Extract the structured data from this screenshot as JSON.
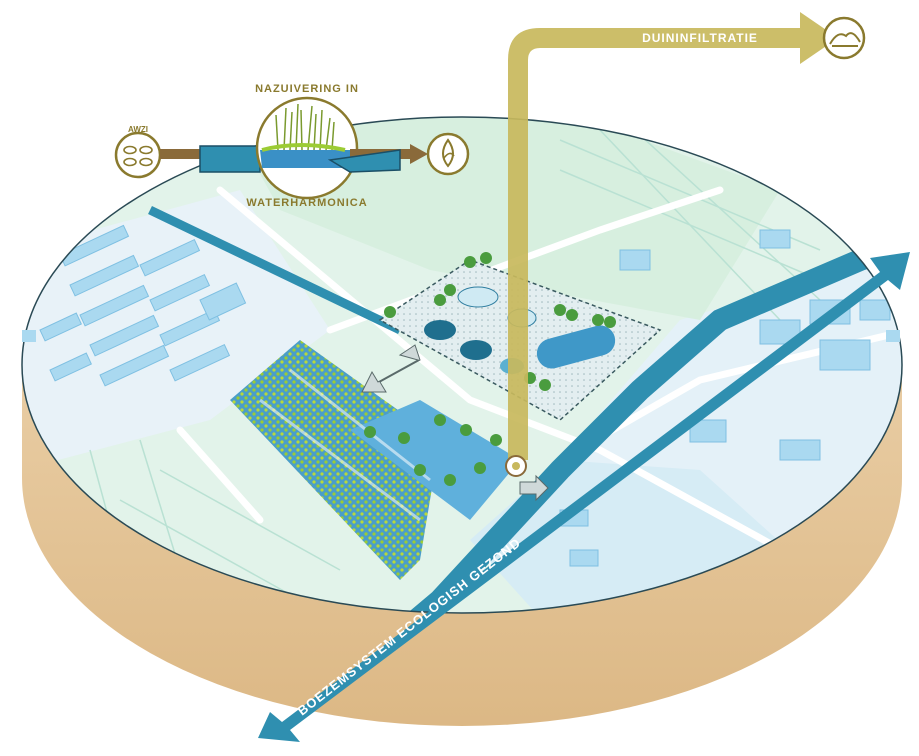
{
  "labels": {
    "duin": "DUININFILTRATIE",
    "awzi": "AWZI",
    "nazuivering": "NAZUIVERING IN",
    "waterharmonica": "WATERHARMONICA",
    "boezem": "BOEZEMSYSTEM ECOLOGISH GEZOND"
  },
  "colors": {
    "soil": "#e7c89c",
    "soil_dark": "#d9b482",
    "meadow": "#d9f1e2",
    "urban": "#e6f2f8",
    "canal": "#2f8fb0",
    "canal_dark": "#1f6f8e",
    "building": "#a9d8ef",
    "flow_arrow": "#c9ba62",
    "flow_arrow_dark": "#8a7a2e",
    "wetland": "#3f8ec2",
    "reed": "#b8d93a",
    "tree": "#4a9c3e"
  },
  "icons": {
    "awzi": "treatment-basins-icon",
    "dune": "dune-icon",
    "ecology": "drop-leaf-icon"
  }
}
